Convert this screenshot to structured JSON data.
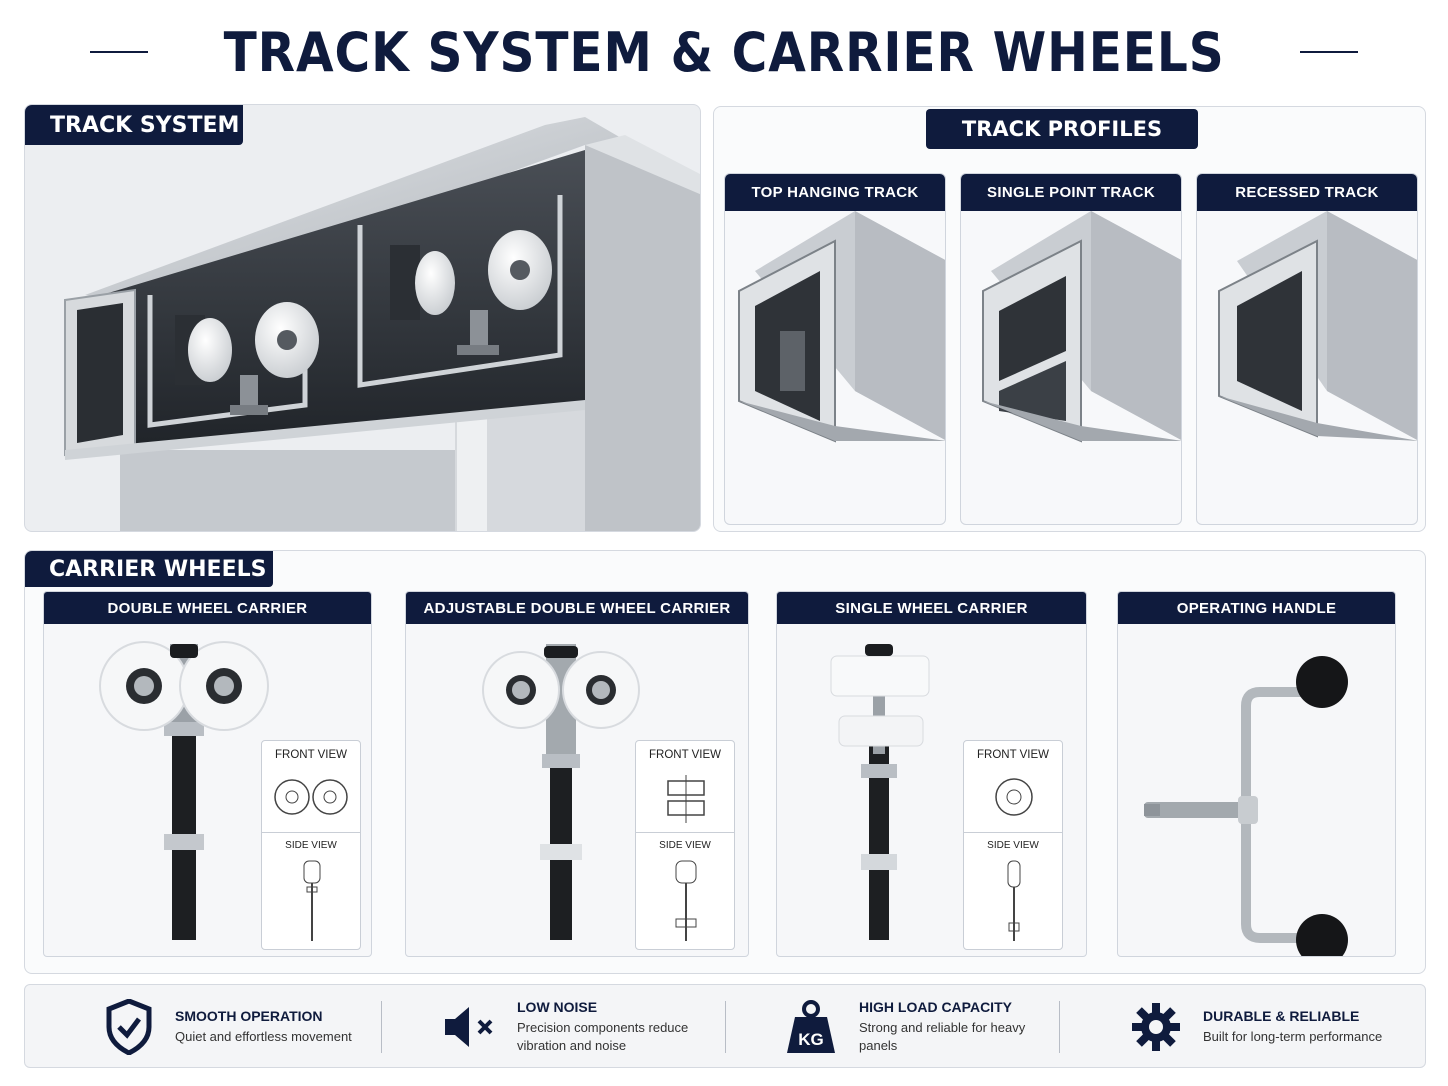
{
  "title": "TRACK SYSTEM & CARRIER WHEELS",
  "track_system": {
    "label": "TRACK SYSTEM"
  },
  "track_profiles": {
    "label": "TRACK PROFILES",
    "items": [
      {
        "label": "TOP HANGING TRACK"
      },
      {
        "label": "SINGLE POINT TRACK"
      },
      {
        "label": "RECESSED TRACK"
      }
    ]
  },
  "carrier_wheels": {
    "label": "CARRIER WHEELS",
    "items": [
      {
        "label": "DOUBLE WHEEL CARRIER",
        "front_view": "FRONT VIEW",
        "side_view": "SIDE VIEW"
      },
      {
        "label": "ADJUSTABLE DOUBLE WHEEL CARRIER",
        "front_view": "FRONT VIEW",
        "side_view": "SIDE VIEW"
      },
      {
        "label": "SINGLE WHEEL CARRIER",
        "front_view": "FRONT VIEW",
        "side_view": "SIDE VIEW"
      },
      {
        "label": "OPERATING HANDLE"
      }
    ]
  },
  "features": [
    {
      "icon": "shield-check-icon",
      "title": "SMOOTH OPERATION",
      "description": "Quiet and effortless movement"
    },
    {
      "icon": "speaker-mute-icon",
      "title": "LOW NOISE",
      "description": "Precision components reduce vibration and noise"
    },
    {
      "icon": "weight-icon",
      "title": "HIGH LOAD CAPACITY",
      "description": "Strong and reliable for heavy panels",
      "icon_text": "KG"
    },
    {
      "icon": "gear-icon",
      "title": "DURABLE & RELIABLE",
      "description": "Built for long-term performance"
    }
  ],
  "colors": {
    "navy": "#0f1b3d",
    "aluminum": "#c3c7cc",
    "panel": "#f7f8fa"
  }
}
